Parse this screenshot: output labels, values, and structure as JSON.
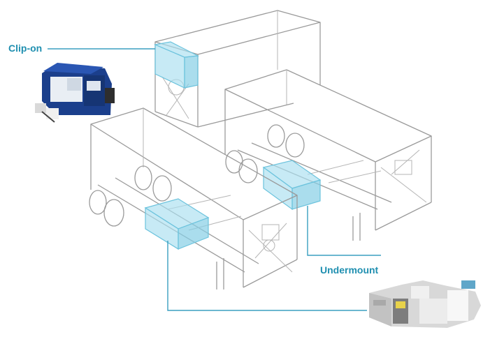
{
  "labels": {
    "clip_on": "Clip-on",
    "undermount": "Undermount"
  },
  "colors": {
    "label_text": "#1f8fb0",
    "unit_highlight": "#a9dff0",
    "leader_line": "#3a9fc0",
    "outline": "#9a9a9a",
    "clip_on_unit_body": "#1b3f8c"
  },
  "icons": {
    "clip_on_unit": "clip-on-generator-photo",
    "undermount_unit": "undermount-generator-photo"
  }
}
